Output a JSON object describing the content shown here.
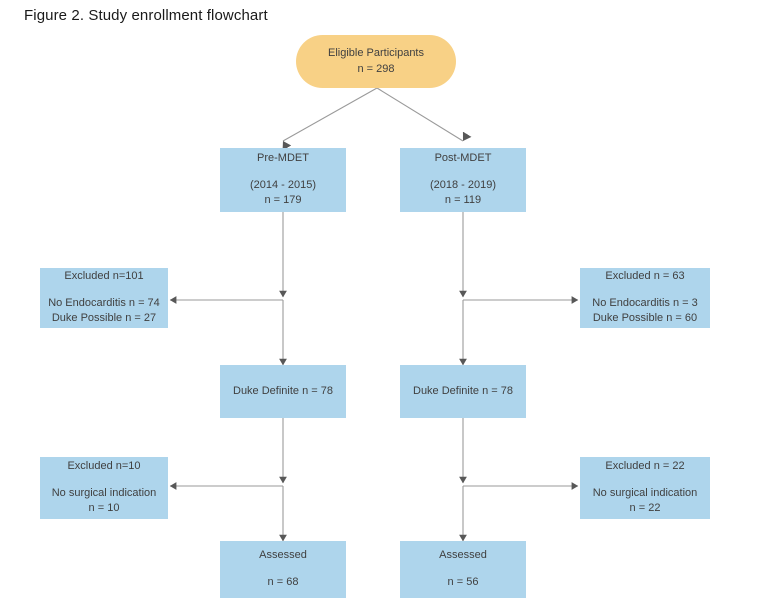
{
  "figure": {
    "title": "Figure 2. Study enrollment flowchart"
  },
  "colors": {
    "root_fill": "#f8d186",
    "node_fill": "#aed5ec",
    "connector": "#9a9a9a",
    "arrowhead": "#585858",
    "text": "#404040",
    "title_text": "#1a1a1a",
    "background": "#ffffff"
  },
  "nodes": {
    "eligible": {
      "label": "Eligible Participants",
      "count": "n = 298"
    },
    "pre_mdet": {
      "label": "Pre-MDET",
      "period": "(2014 - 2015)",
      "count": "n = 179"
    },
    "post_mdet": {
      "label": "Post-MDET",
      "period": "(2018 - 2019)",
      "count": "n = 119"
    },
    "excluded_pre_1": {
      "label": "Excluded n=101",
      "reason_1": "No Endocarditis n = 74",
      "reason_2": "Duke Possible n = 27"
    },
    "excluded_post_1": {
      "label": "Excluded n = 63",
      "reason_1": "No Endocarditis n = 3",
      "reason_2": "Duke Possible n = 60"
    },
    "duke_definite_pre": {
      "label": "Duke Definite n = 78"
    },
    "duke_definite_post": {
      "label": "Duke Definite n = 78"
    },
    "excluded_pre_2": {
      "label": "Excluded n=10",
      "reason_1": "No surgical indication",
      "reason_2": "n = 10"
    },
    "excluded_post_2": {
      "label": "Excluded n = 22",
      "reason_1": "No surgical indication",
      "reason_2": "n = 22"
    },
    "assessed_pre": {
      "label": "Assessed",
      "count": "n = 68"
    },
    "assessed_post": {
      "label": "Assessed",
      "count": "n = 56"
    }
  },
  "chart_data": {
    "type": "diagram",
    "title": "Figure 2. Study enrollment flowchart",
    "diagram_kind": "study-enrollment-flowchart",
    "nodes": [
      {
        "id": "eligible",
        "text": "Eligible Participants",
        "n": 298,
        "shape": "rounded-pill",
        "fill": "#f8d186"
      },
      {
        "id": "pre_mdet",
        "text": "Pre-MDET (2014 - 2015)",
        "n": 179,
        "shape": "rect",
        "fill": "#aed5ec"
      },
      {
        "id": "post_mdet",
        "text": "Post-MDET (2018 - 2019)",
        "n": 119,
        "shape": "rect",
        "fill": "#aed5ec"
      },
      {
        "id": "excluded_pre_1",
        "text": "Excluded n=101; No Endocarditis n = 74; Duke Possible n = 27",
        "n": 101,
        "shape": "rect",
        "fill": "#aed5ec"
      },
      {
        "id": "excluded_post_1",
        "text": "Excluded n = 63; No Endocarditis n = 3; Duke Possible n = 60",
        "n": 63,
        "shape": "rect",
        "fill": "#aed5ec"
      },
      {
        "id": "duke_definite_pre",
        "text": "Duke Definite n = 78",
        "n": 78,
        "shape": "rect",
        "fill": "#aed5ec"
      },
      {
        "id": "duke_definite_post",
        "text": "Duke Definite n = 78",
        "n": 78,
        "shape": "rect",
        "fill": "#aed5ec"
      },
      {
        "id": "excluded_pre_2",
        "text": "Excluded n=10; No surgical indication n = 10",
        "n": 10,
        "shape": "rect",
        "fill": "#aed5ec"
      },
      {
        "id": "excluded_post_2",
        "text": "Excluded n = 22; No surgical indication n = 22",
        "n": 22,
        "shape": "rect",
        "fill": "#aed5ec"
      },
      {
        "id": "assessed_pre",
        "text": "Assessed",
        "n": 68,
        "shape": "rect",
        "fill": "#aed5ec"
      },
      {
        "id": "assessed_post",
        "text": "Assessed",
        "n": 56,
        "shape": "rect",
        "fill": "#aed5ec"
      }
    ],
    "edges": [
      {
        "from": "eligible",
        "to": "pre_mdet",
        "style": "diagonal-arrow"
      },
      {
        "from": "eligible",
        "to": "post_mdet",
        "style": "diagonal-arrow"
      },
      {
        "from": "pre_mdet",
        "to": "excluded_pre_1",
        "style": "elbow-arrow-left"
      },
      {
        "from": "pre_mdet",
        "to": "duke_definite_pre",
        "style": "vertical-arrow"
      },
      {
        "from": "post_mdet",
        "to": "excluded_post_1",
        "style": "elbow-arrow-right"
      },
      {
        "from": "post_mdet",
        "to": "duke_definite_post",
        "style": "vertical-arrow"
      },
      {
        "from": "duke_definite_pre",
        "to": "excluded_pre_2",
        "style": "elbow-arrow-left"
      },
      {
        "from": "duke_definite_pre",
        "to": "assessed_pre",
        "style": "vertical-arrow"
      },
      {
        "from": "duke_definite_post",
        "to": "excluded_post_2",
        "style": "elbow-arrow-right"
      },
      {
        "from": "duke_definite_post",
        "to": "assessed_post",
        "style": "vertical-arrow"
      }
    ]
  }
}
